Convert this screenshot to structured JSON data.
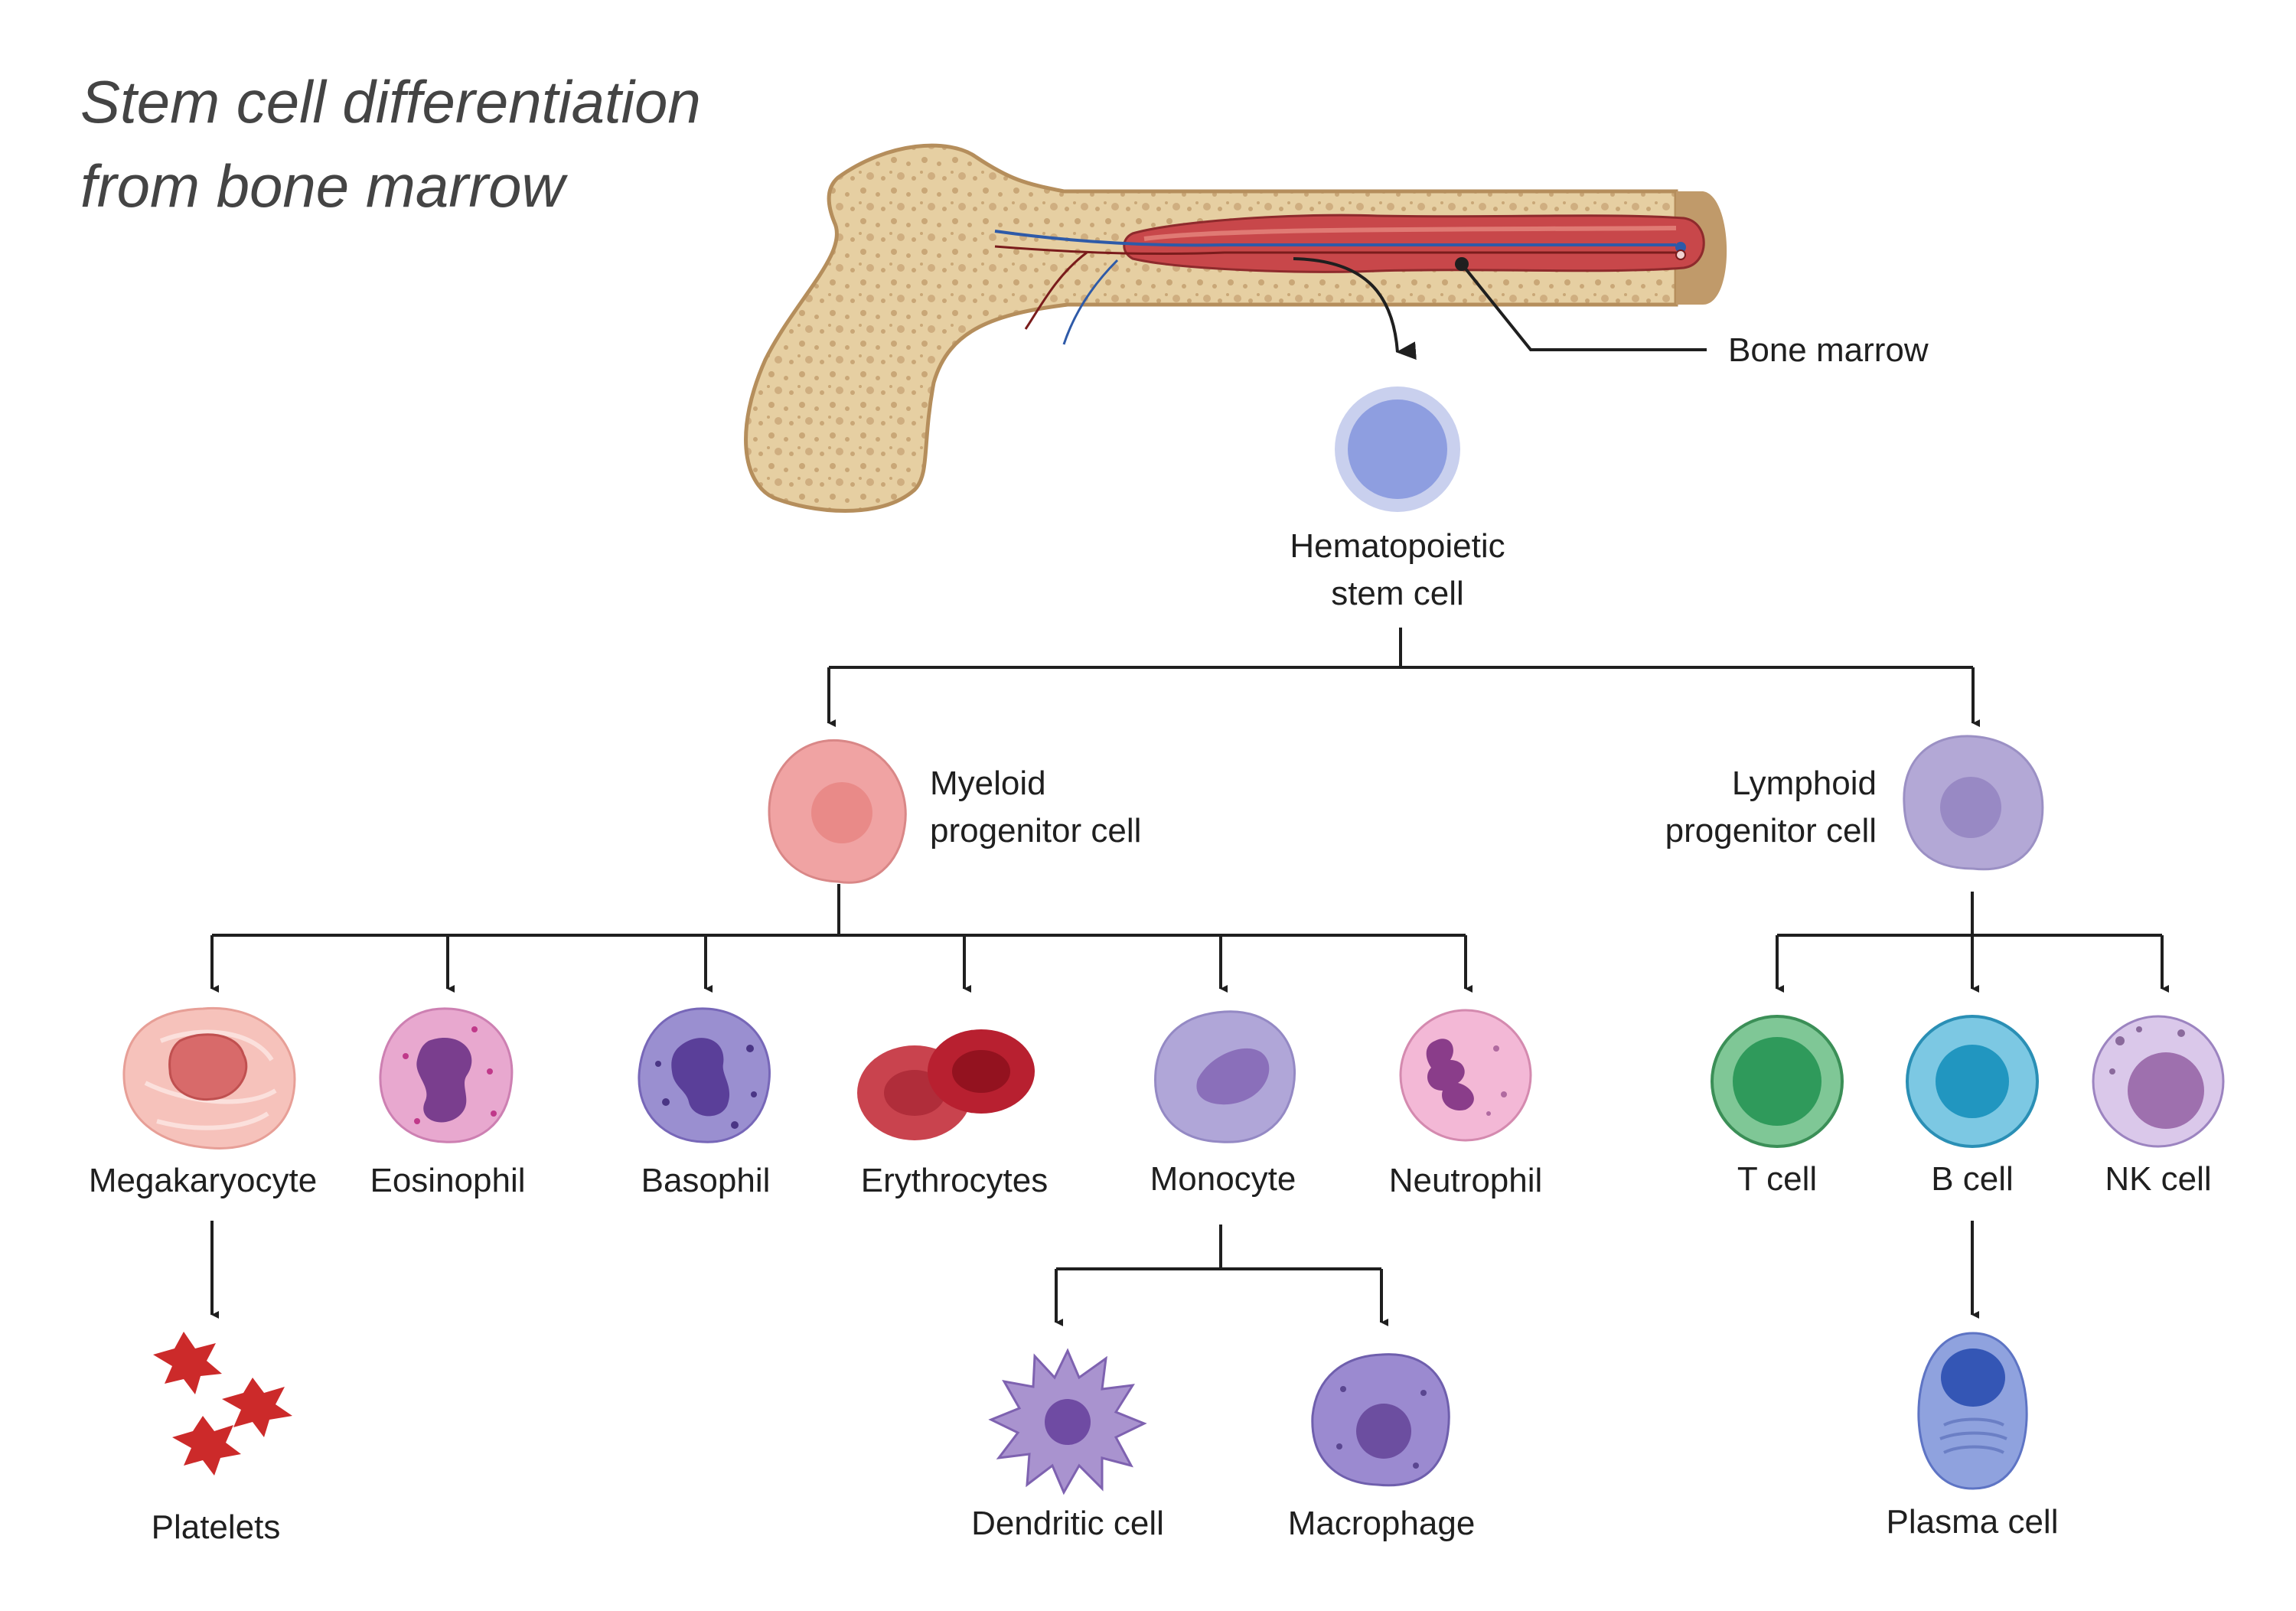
{
  "title": [
    "Stem cell differentiation",
    "from bone marrow"
  ],
  "bone_label": "Bone marrow",
  "labels": {
    "hsc": [
      "Hematopoietic",
      "stem cell"
    ],
    "myeloid": [
      "Myeloid",
      "progenitor cell"
    ],
    "lymphoid": [
      "Lymphoid",
      "progenitor cell"
    ],
    "megakaryocyte": "Megakaryocyte",
    "eosinophil": "Eosinophil",
    "basophil": "Basophil",
    "erythrocytes": "Erythrocytes",
    "monocyte": "Monocyte",
    "neutrophil": "Neutrophil",
    "tcell": "T cell",
    "bcell": "B cell",
    "nkcell": "NK cell",
    "platelets": "Platelets",
    "dendritic": "Dendritic cell",
    "macrophage": "Macrophage",
    "plasma": "Plasma cell"
  },
  "colors": {
    "bone": "#e8d3aa",
    "marrow": "#c8474a",
    "hsc": "#9aa6e2",
    "myeloid": "#f0a3a3",
    "lymphoid": "#b3a8d6",
    "tcell": "#58b877",
    "bcell": "#5bbede",
    "nkcell": "#c9b6dd",
    "platelet": "#cc2a2a"
  }
}
